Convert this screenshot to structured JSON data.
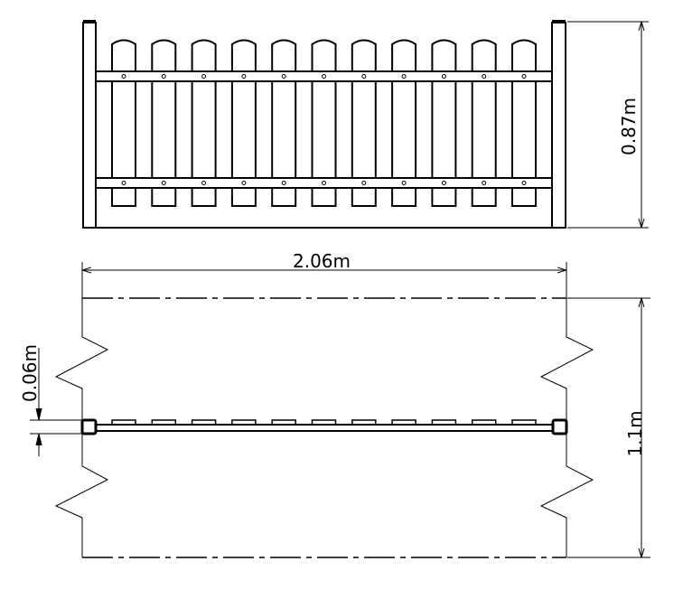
{
  "drawing": {
    "picket_count": 11,
    "dimensions": {
      "height": "0.87m",
      "width": "2.06m",
      "depth": "1.1m",
      "post_thickness": "0.06m"
    },
    "stroke_color": "#000000",
    "background_color": "#ffffff"
  }
}
